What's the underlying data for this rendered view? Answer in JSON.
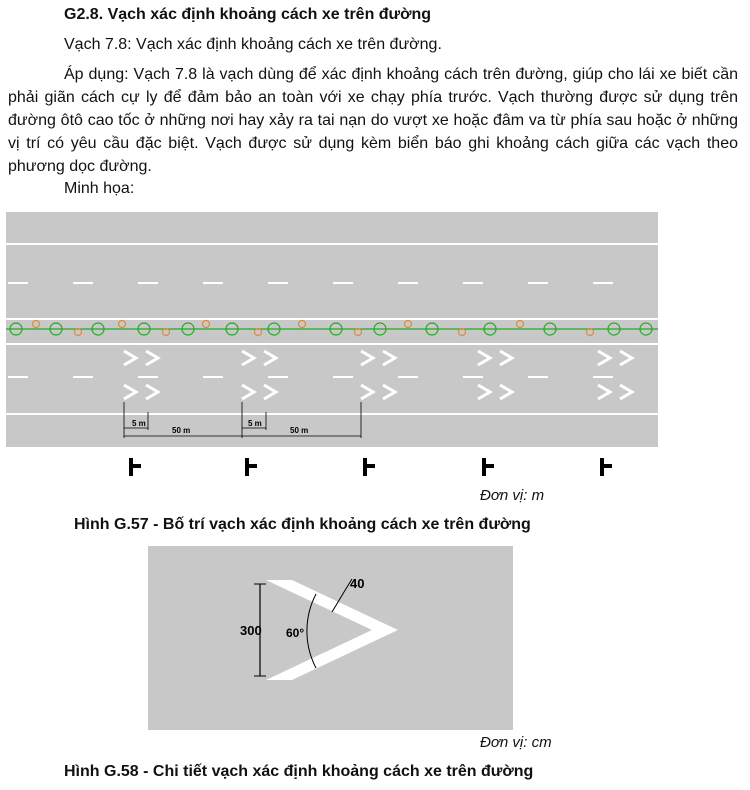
{
  "section": {
    "heading": "G2.8.  Vạch xác định khoảng cách xe trên đường",
    "subtitle": "Vạch 7.8: Vạch xác định khoảng cách xe trên đường.",
    "paragraph": "Áp dụng: Vạch 7.8 là vạch dùng để xác định khoảng cách trên đường, giúp cho lái xe biết cần phải giãn cách cự ly để đảm bảo an toàn với xe chạy phía trước. Vạch thường được sử dụng trên đường ôtô cao tốc ở những nơi hay xảy ra tai nạn do vượt xe hoặc đâm va từ phía sau hoặc ở những vị trí có yêu cầu đặc biệt. Vạch được sử dụng kèm biển báo ghi khoảng cách giữa các vạch theo phương dọc đường.",
    "illustration_label": "Minh họa:"
  },
  "figure1": {
    "dim_labels": [
      "5 m",
      "50 m",
      "5 m",
      "50 m"
    ],
    "unit": "Đơn vị: m",
    "caption": "Hình G.57 - Bố trí vạch xác định khoảng cách xe trên đường",
    "colors": {
      "road": "#c8c8c8",
      "marking": "#ffffff",
      "green": "#22aa22",
      "orange": "#e08a3c",
      "sign": "#000000"
    }
  },
  "figure2": {
    "width_label": "40",
    "height_label": "300",
    "angle_label": "60°",
    "unit": "Đơn vị: cm",
    "caption": "Hình G.58 - Chi tiết vạch xác định khoảng cách xe trên đường"
  }
}
